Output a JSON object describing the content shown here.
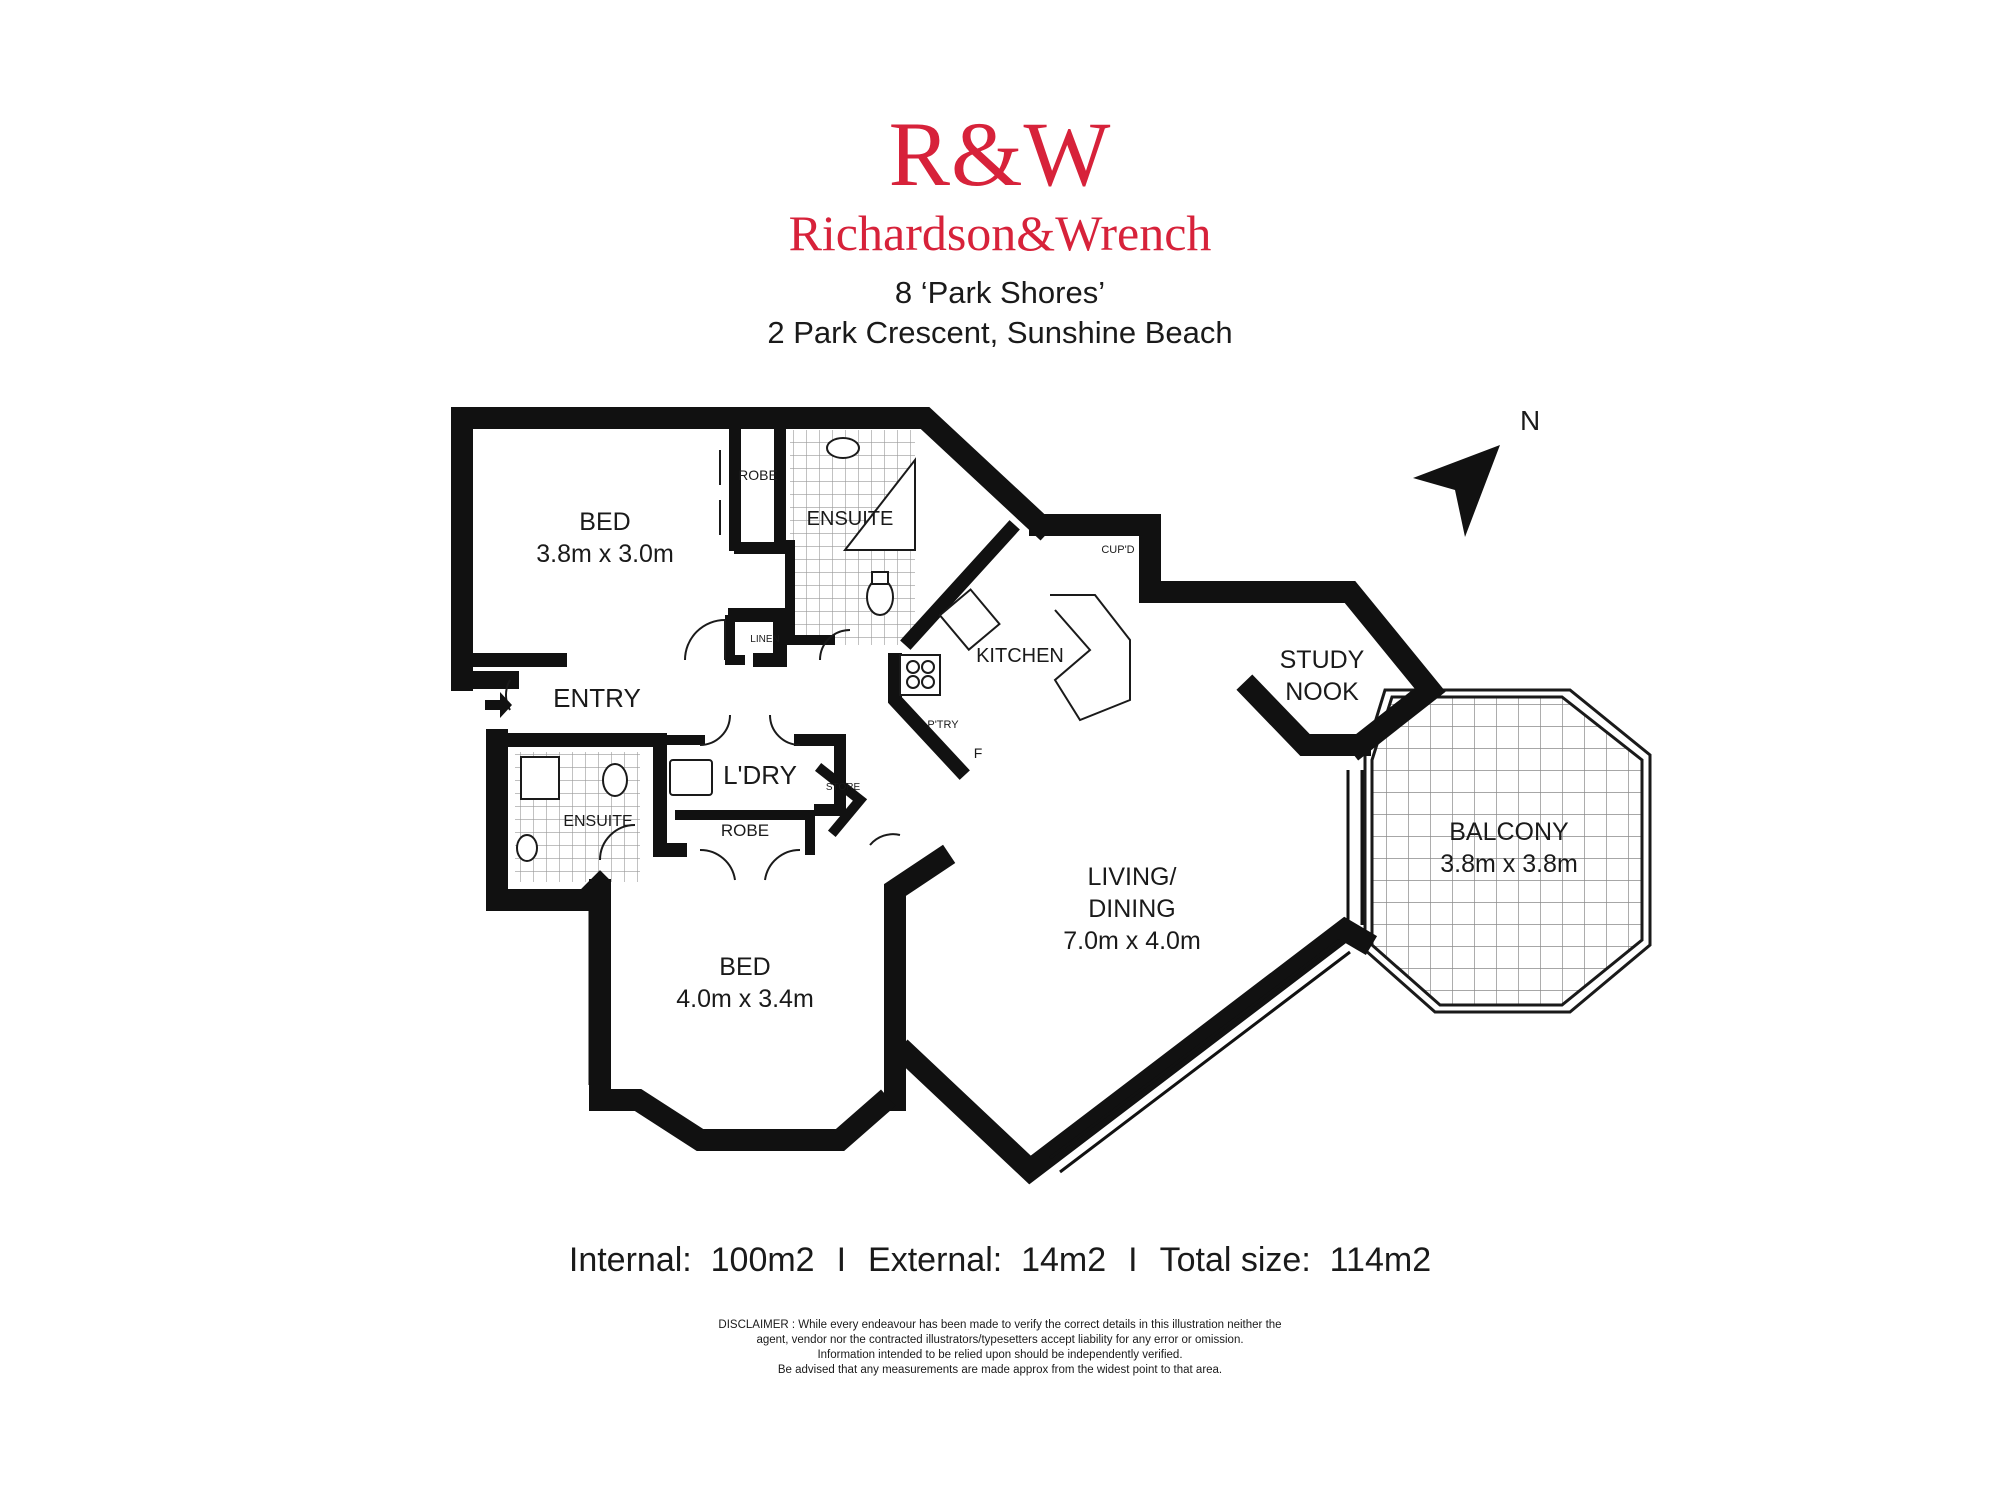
{
  "brand": {
    "mark": "R&W",
    "name": "Richardson&Wrench",
    "color": "#d7223a"
  },
  "address": {
    "line1": "8 ‘Park Shores’",
    "line2": "2 Park Crescent, Sunshine Beach"
  },
  "compass": {
    "label": "N"
  },
  "rooms": {
    "bed1_name": "BED",
    "bed1_size": "3.8m x 3.0m",
    "robe1": "ROBE",
    "ensuite1": "ENSUITE",
    "linen": "LINEN",
    "entry": "ENTRY",
    "kitchen": "KITCHEN",
    "cupd": "CUP'D",
    "ptry": "P'TRY",
    "fridge": "F",
    "laundry": "L'DRY",
    "store": "STORE",
    "ensuite2": "ENSUITE",
    "robe2": "ROBE",
    "bed2_name": "BED",
    "bed2_size": "4.0m x 3.4m",
    "living_line1": "LIVING/",
    "living_line2": "DINING",
    "living_size": "7.0m x 4.0m",
    "study_line1": "STUDY",
    "study_line2": "NOOK",
    "balcony_name": "BALCONY",
    "balcony_size": "3.8m x 3.8m"
  },
  "summary": {
    "internal": "Internal:  100m2",
    "external": "External:  14m2",
    "total": "Total size:  114m2",
    "separator": "I"
  },
  "disclaimer": [
    "DISCLAIMER : While every endeavour has been made to verify the correct details in this illustration neither the",
    "agent, vendor nor the contracted illustrators/typesetters accept liability for any error or omission.",
    "Information intended to be relied upon should be independently verified.",
    "Be advised that any measurements are made approx from the widest point to that area."
  ]
}
